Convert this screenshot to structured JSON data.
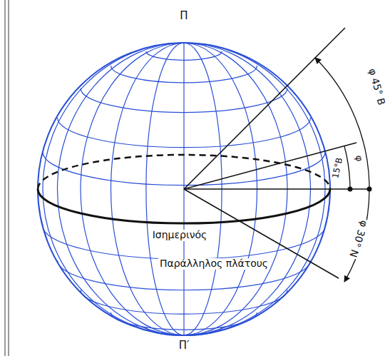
{
  "diagram": {
    "labels": [
      "Π",
      "Π′",
      "Ισημερινός",
      "Παράλληλος πλάτους",
      "φ 45° Β",
      "φ",
      "15°Β",
      "φ 30° Ν"
    ]
  }
}
